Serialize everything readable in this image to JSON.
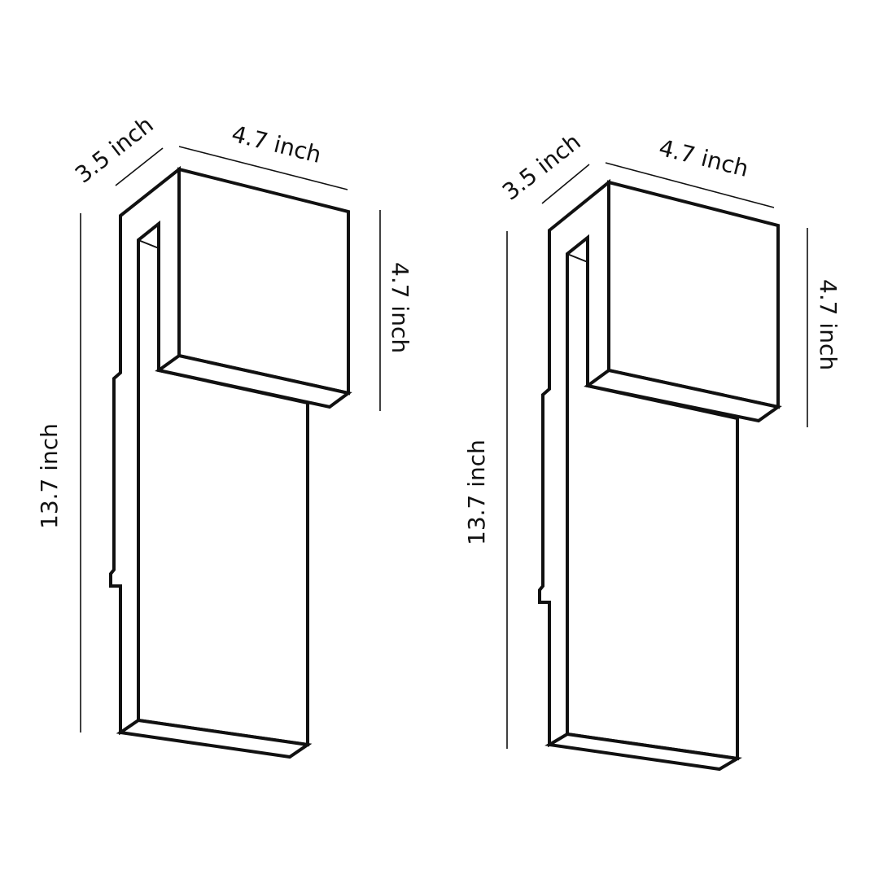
{
  "figure": {
    "type": "product dimension diagram",
    "views": [
      {
        "name": "left-lamp",
        "labels": {
          "depth": "3.5 inch",
          "width": "4.7 inch",
          "head_height": "4.7 inch",
          "total_height": "13.7 inch"
        }
      },
      {
        "name": "right-lamp",
        "labels": {
          "depth": "3.5 inch",
          "width": "4.7 inch",
          "head_height": "4.7 inch",
          "total_height": "13.7 inch"
        }
      }
    ],
    "colors": {
      "line": "#111111",
      "background": "#ffffff"
    }
  }
}
